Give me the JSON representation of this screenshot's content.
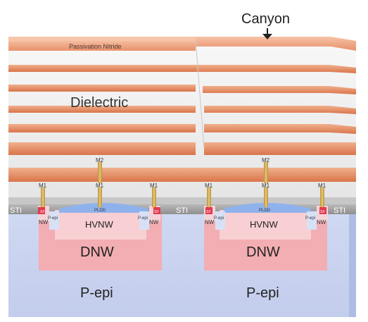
{
  "labels": {
    "canyon": "Canyon",
    "passivation": "Passivation Nitride",
    "dielectric": "Dielectric",
    "sti": "STI",
    "nw": "NW",
    "pepi_small": "P-epi",
    "pldd": "PLDD",
    "hvnw": "HVNW",
    "dnw": "DNW",
    "pepi": "P-epi",
    "m1": "M1",
    "m2": "M2",
    "sti_mark": "S/I"
  },
  "colors": {
    "nitride": "#e2825a",
    "nitride_light": "#eea57f",
    "nitride_top": "#f2b493",
    "dielectric": "#eeeeee",
    "dielectric_shade": "#d9d9d9",
    "sti": "#a9a9a9",
    "sti_dark": "#7d7d7d",
    "substrate": "#c9d3ef",
    "substrate_edge": "#b8c4e8",
    "dnw": "#f2a5ab",
    "hvnw": "#f7c9cc",
    "pldd": "#7fa7e8",
    "metal": "#d7b25a",
    "metal_dark": "#a8853a",
    "red_contact": "#e23a52"
  }
}
